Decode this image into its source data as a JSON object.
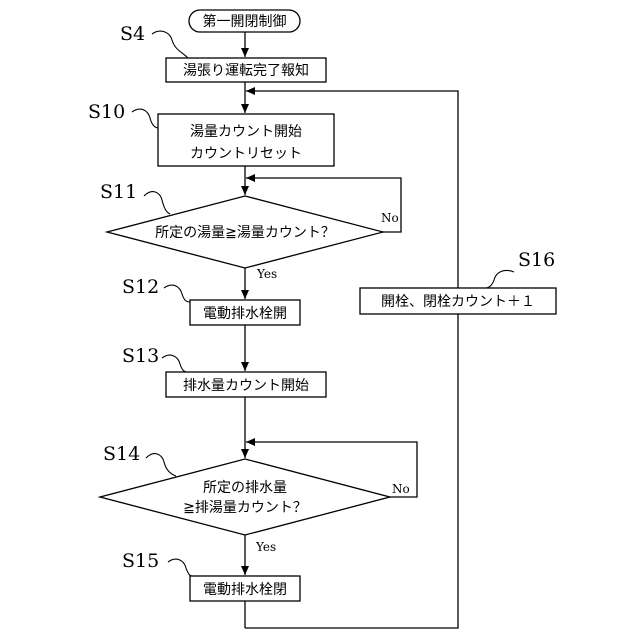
{
  "flowchart": {
    "start": "第一開閉制御",
    "steps": {
      "s4": {
        "label": "S4",
        "text": "湯張り運転完了報知"
      },
      "s10": {
        "label": "S10",
        "line1": "湯量カウント開始",
        "line2": "カウントリセット"
      },
      "s11": {
        "label": "S11",
        "text": "所定の湯量≧湯量カウント？",
        "yes": "Yes",
        "no": "No"
      },
      "s12": {
        "label": "S12",
        "text": "電動排水栓開"
      },
      "s13": {
        "label": "S13",
        "text": "排水量カウント開始"
      },
      "s14": {
        "label": "S14",
        "line1": "所定の排水量",
        "line2": "≧排湯量カウント？",
        "yes": "Yes",
        "no": "No"
      },
      "s15": {
        "label": "S15",
        "text": "電動排水栓閉"
      },
      "s16": {
        "label": "S16",
        "text": "開栓、閉栓カウント＋１"
      }
    }
  }
}
